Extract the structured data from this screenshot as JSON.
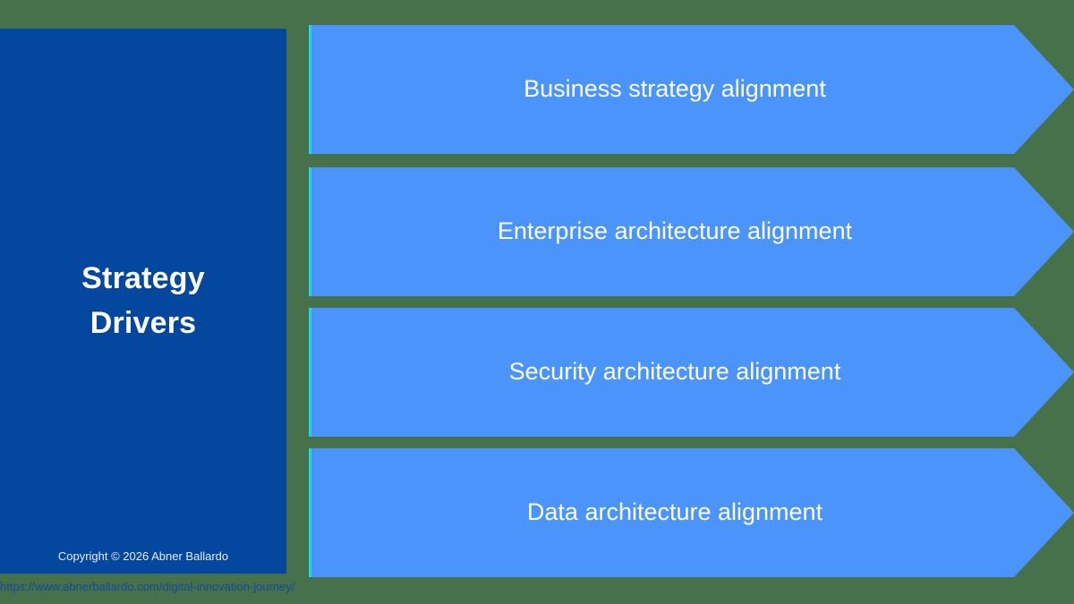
{
  "slide": {
    "background_color": "#47714b",
    "panel": {
      "title": "Strategy\nDrivers",
      "background_color": "#04479f",
      "title_color": "#ffffff",
      "copyright": "Copyright © 2026 Abner Ballardo"
    },
    "arrows": {
      "fill_color": "#4a94fb",
      "accent_color": "#22d3ee",
      "text_color": "#ffffff",
      "items": [
        {
          "label": "Business strategy alignment"
        },
        {
          "label": "Enterprise architecture alignment"
        },
        {
          "label": "Security architecture alignment"
        },
        {
          "label": "Data architecture alignment"
        }
      ]
    },
    "footer": {
      "url": "https://www.abnerballardo.com/digital-innovation-journey/",
      "url_color": "#12499c"
    }
  }
}
